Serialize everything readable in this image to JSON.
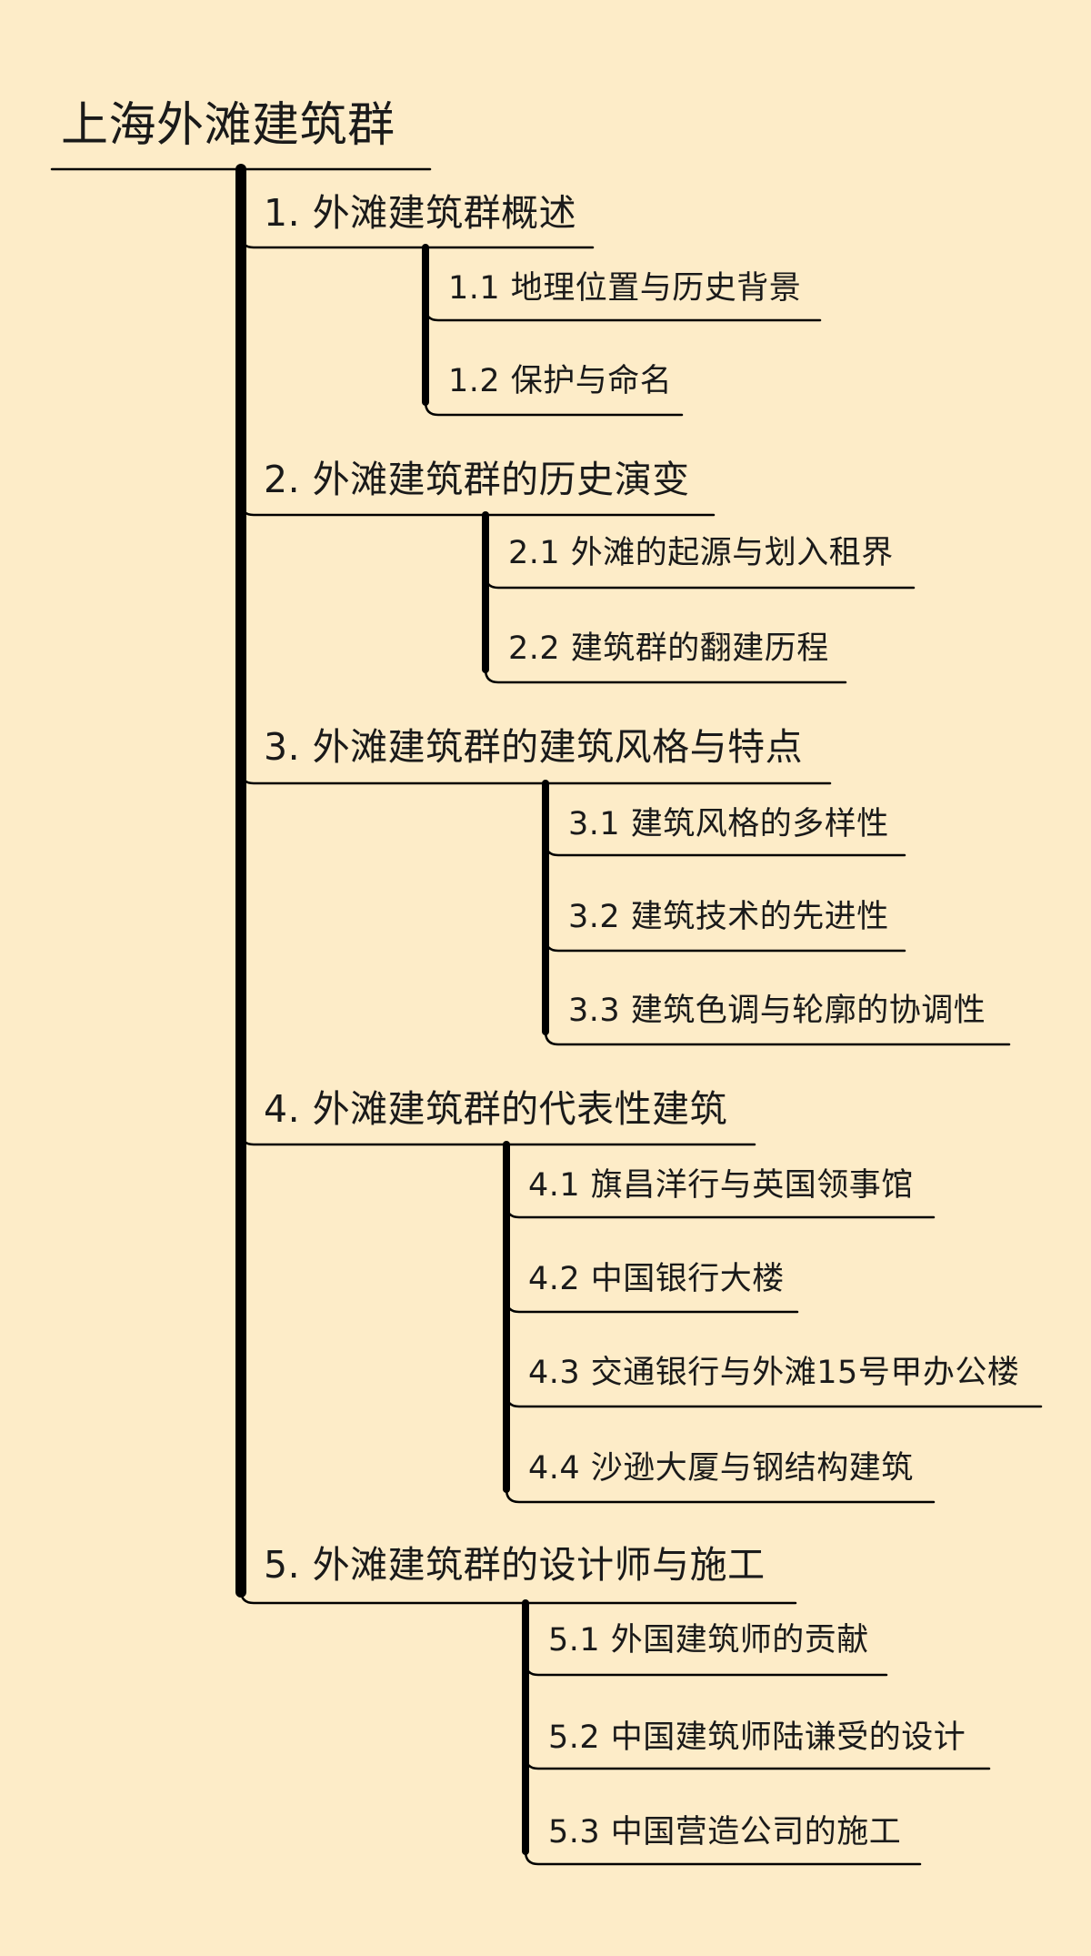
{
  "mindmap": {
    "root": {
      "label": "上海外滩建筑群",
      "children": [
        {
          "label": "1. 外滩建筑群概述",
          "children": [
            {
              "label": "1.1 地理位置与历史背景"
            },
            {
              "label": "1.2 保护与命名"
            }
          ]
        },
        {
          "label": "2. 外滩建筑群的历史演变",
          "children": [
            {
              "label": "2.1 外滩的起源与划入租界"
            },
            {
              "label": "2.2 建筑群的翻建历程"
            }
          ]
        },
        {
          "label": "3. 外滩建筑群的建筑风格与特点",
          "children": [
            {
              "label": "3.1 建筑风格的多样性"
            },
            {
              "label": "3.2 建筑技术的先进性"
            },
            {
              "label": "3.3 建筑色调与轮廓的协调性"
            }
          ]
        },
        {
          "label": "4. 外滩建筑群的代表性建筑",
          "children": [
            {
              "label": "4.1 旗昌洋行与英国领事馆"
            },
            {
              "label": "4.2 中国银行大楼"
            },
            {
              "label": "4.3 交通银行与外滩15号甲办公楼"
            },
            {
              "label": "4.4 沙逊大厦与钢结构建筑"
            }
          ]
        },
        {
          "label": "5. 外滩建筑群的设计师与施工",
          "children": [
            {
              "label": "5.1 外国建筑师的贡献"
            },
            {
              "label": "5.2 中国建筑师陆谦受的设计"
            },
            {
              "label": "5.3 中国营造公司的施工"
            }
          ]
        }
      ]
    },
    "colors": {
      "background": "#fdecc8",
      "line": "#000000",
      "text": "#1a1a1a"
    }
  }
}
